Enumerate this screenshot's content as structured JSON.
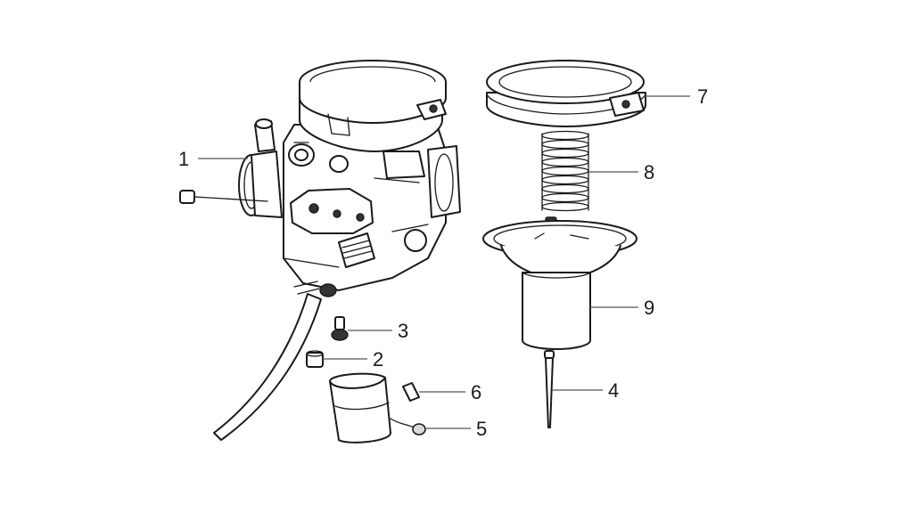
{
  "callouts": {
    "c1": "1",
    "c2": "2",
    "c3": "3",
    "c4": "4",
    "c5": "5",
    "c6": "6",
    "c7": "7",
    "c8": "8",
    "c9": "9"
  },
  "colors": {
    "line": "#1a1a1a",
    "leader": "#555555",
    "background": "#ffffff"
  }
}
